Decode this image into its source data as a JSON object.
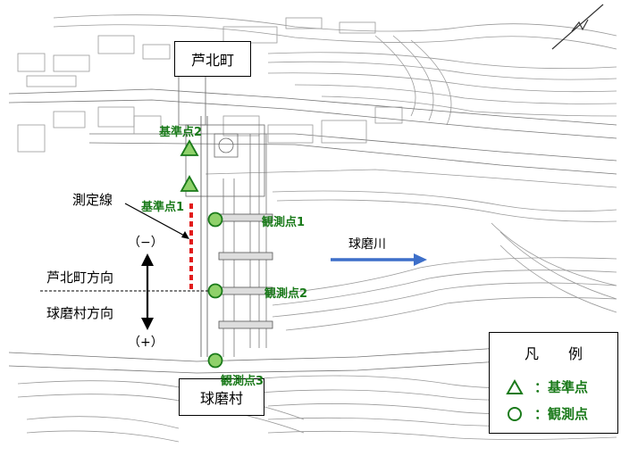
{
  "labels": {
    "ashikita_town": "芦北町",
    "kuma_village": "球磨村",
    "reference_point_2": "基準点2",
    "reference_point_1": "基準点1",
    "observation_point_1": "観測点1",
    "observation_point_2": "観測点2",
    "observation_point_3": "観測点3",
    "measurement_line": "測定線",
    "kuma_river": "球磨川",
    "minus_sign": "（−）",
    "plus_sign": "（+）",
    "ashikita_direction": "芦北町方向",
    "kuma_direction": "球磨村方向"
  },
  "legend": {
    "title": "凡 例",
    "reference_point": "：基準点",
    "observation_point": "：観測点"
  },
  "colors": {
    "marker_green": "#1a7a1a",
    "marker_fill": "#8fd16a",
    "measurement_line_red": "#e21b1b",
    "river_arrow_blue": "#3d6fc9"
  }
}
